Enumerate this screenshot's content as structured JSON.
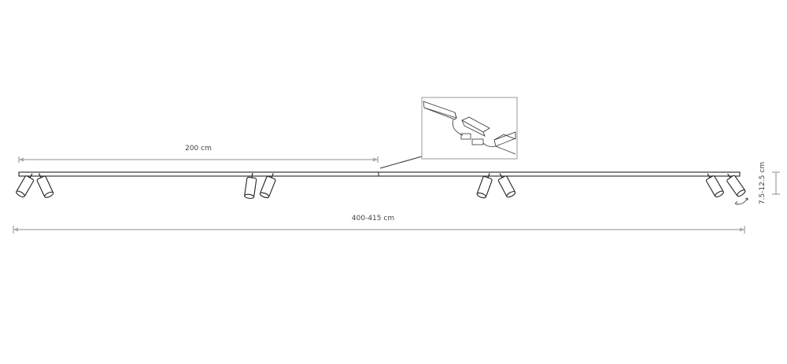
{
  "dimensions": {
    "segment_length": "200 cm",
    "total_length": "400-415 cm",
    "height": "7.5-12.5 cm"
  },
  "spot_count": 8,
  "icons": {
    "spotlight": "spotlight-icon",
    "rotation": "rotation-arrow-icon",
    "connector_detail": "connector-detail-icon"
  }
}
